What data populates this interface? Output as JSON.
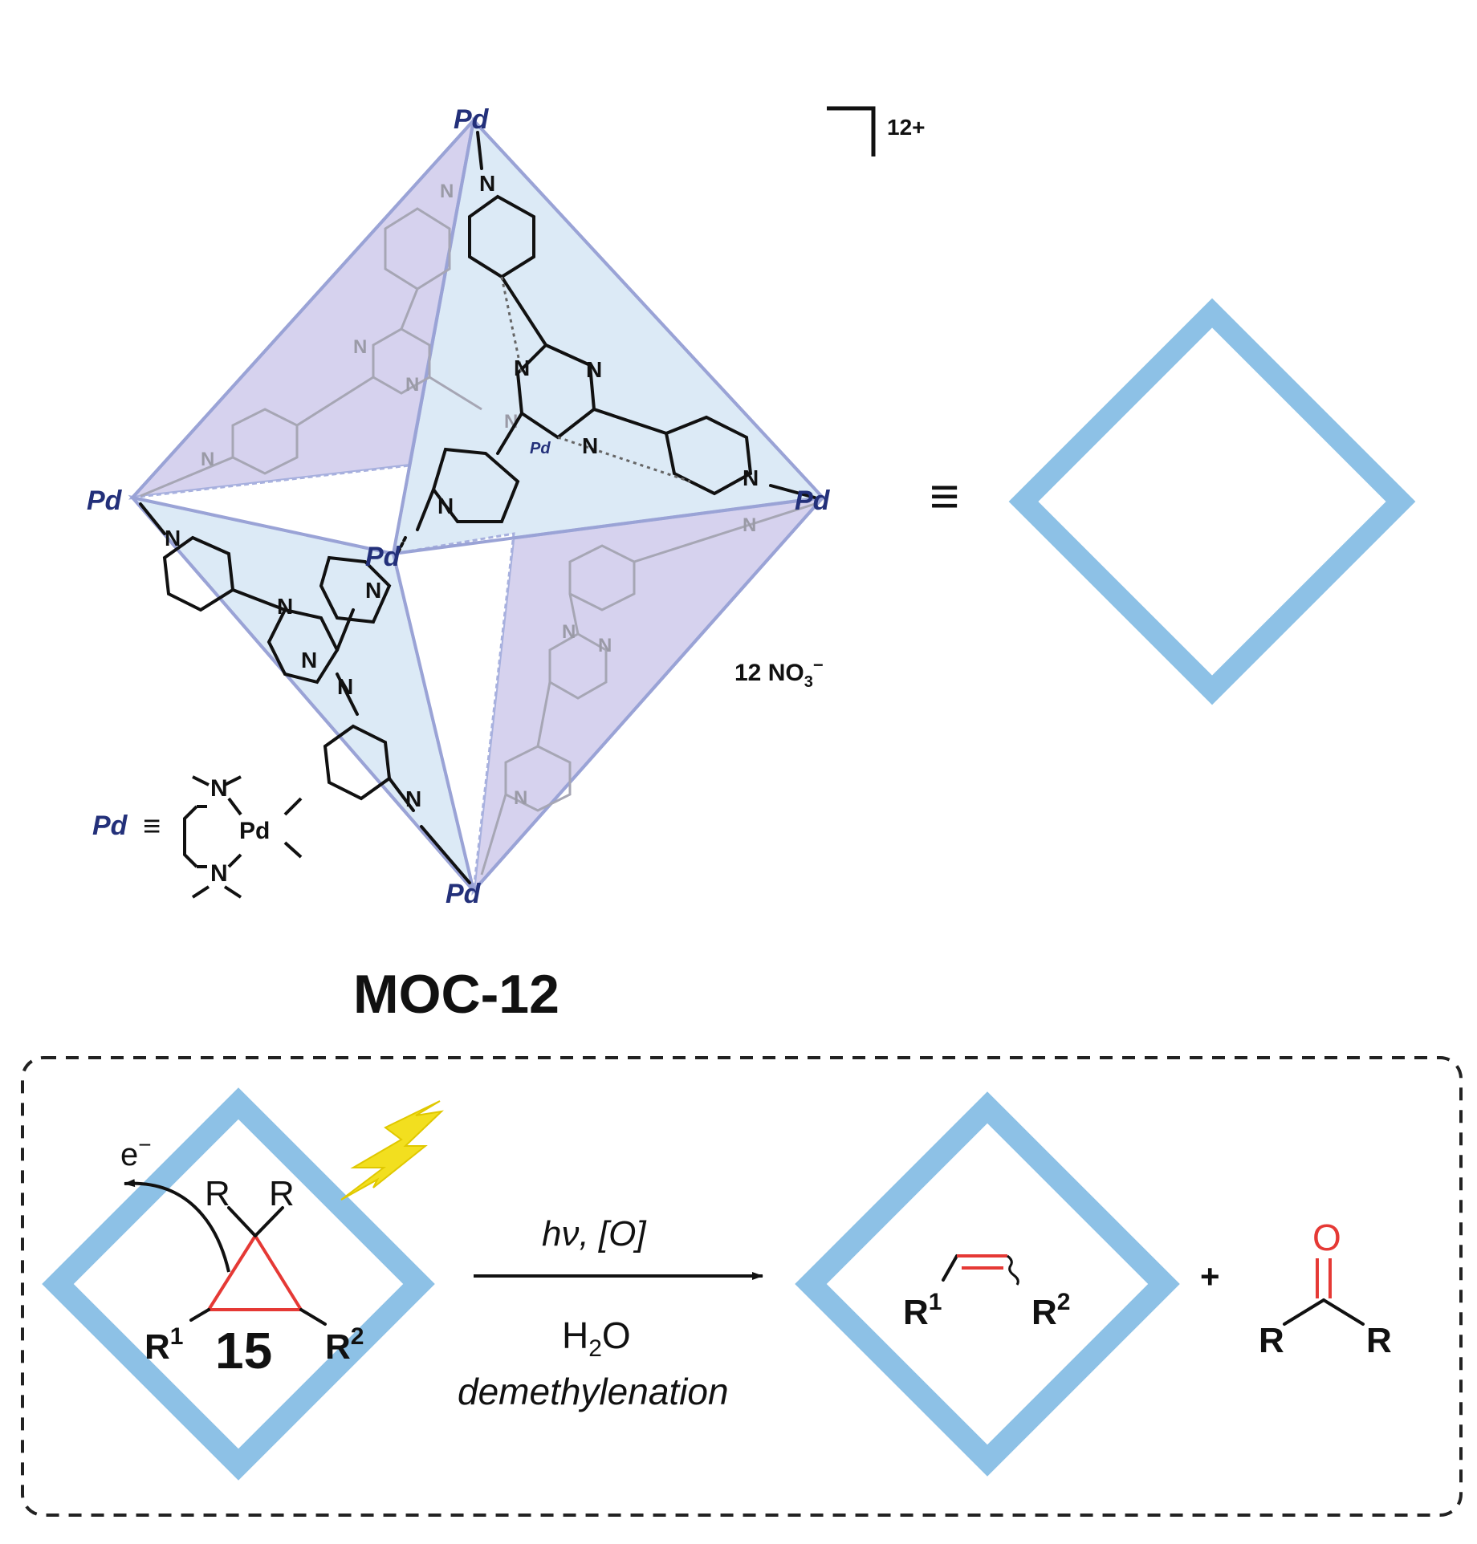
{
  "cage": {
    "pd_atom": "Pd",
    "nitrogen_atom": "N",
    "charge": "12+",
    "counter_anion": "12 NO",
    "counter_anion_subscript": "3",
    "counter_anion_charge": "−",
    "equivalence_symbol": "≡",
    "pd_definition": {
      "lhs": "Pd",
      "equiv": "≡",
      "metal": "Pd",
      "n_top": "N",
      "n_bottom": "N"
    }
  },
  "name": "MOC-12",
  "reaction": {
    "electron": "e",
    "electron_sup": "−",
    "substituent_r": "R",
    "r1": "R",
    "r1_sup": "1",
    "r2": "R",
    "r2_sup": "2",
    "compound_number": "15",
    "conditions_top": "hν, [O]",
    "conditions_h2o": "H",
    "conditions_h2o_sub": "2",
    "conditions_h2o_o": "O",
    "conditions_bottom": "demethylenation",
    "product_r1": "R",
    "product_r1_sup": "1",
    "product_r2": "R",
    "product_r2_sup": "2",
    "plus": "+",
    "ketone_o": "O",
    "ketone_r_left": "R",
    "ketone_r_right": "R"
  },
  "colors": {
    "cage_square": "#8dc1e6",
    "face_purple": "#d6d2ee",
    "face_blue": "#dceaf6",
    "edge": "#a7b0de",
    "pd_label": "#23307a",
    "cyclopropane": "#e53935",
    "lightning": "#f2df1f"
  }
}
